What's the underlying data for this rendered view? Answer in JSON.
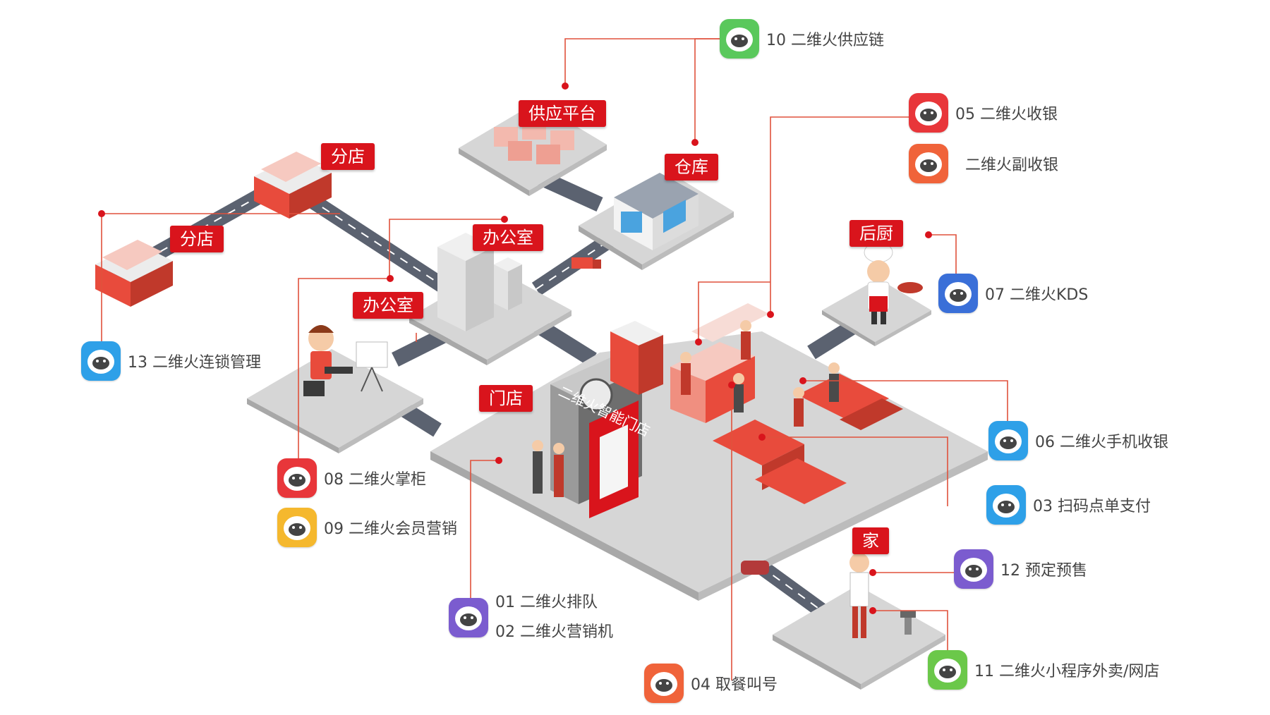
{
  "tags": {
    "supply_platform": "供应平台",
    "warehouse": "仓库",
    "branch_top": "分店",
    "branch_left": "分店",
    "office_top": "办公室",
    "office_left": "办公室",
    "kitchen": "后厨",
    "store": "门店",
    "home": "家"
  },
  "store_sign": "二维火智能门店",
  "apps": {
    "a10": "10 二维火供应链",
    "a05": "05 二维火收银",
    "a05b": "二维火副收银",
    "a07": "07 二维火KDS",
    "a13": "13 二维火连锁管理",
    "a06": "06 二维火手机收银",
    "a03": "03 扫码点单支付",
    "a08": "08 二维火掌柜",
    "a09": "09 二维火会员营销",
    "a12": "12 预定预售",
    "a01": "01 二维火排队",
    "a02": "02 二维火营销机",
    "a11": "11 二维火小程序外卖/网店",
    "a04": "04 取餐叫号"
  },
  "colors": {
    "accent": "#d9141c",
    "line": "#e0513c",
    "ground": "#d6d6d6",
    "road": "#5b6270"
  }
}
